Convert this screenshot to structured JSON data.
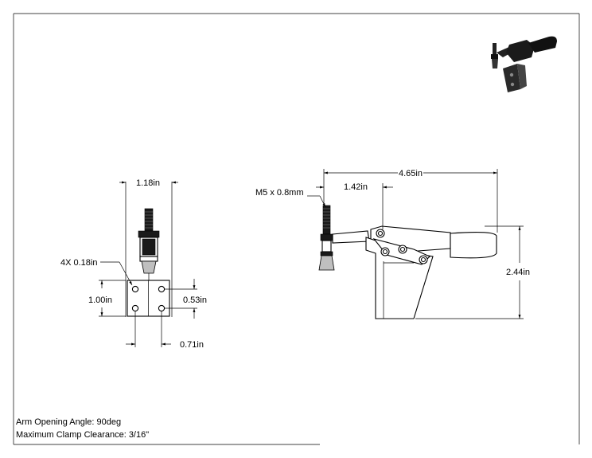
{
  "dimensions": {
    "front_width": "1.18in",
    "hole_spec": "4X 0.18in",
    "hole_vertical": "1.00in",
    "hole_half": "0.53in",
    "hole_horizontal": "0.71in",
    "thread": "M5 x 0.8mm",
    "overall_length": "4.65in",
    "spindle_offset": "1.42in",
    "overall_height": "2.44in"
  },
  "notes": {
    "arm_opening_angle": "Arm Opening Angle: 90deg",
    "max_clamp_clearance": "Maximum Clamp Clearance: 3/16\""
  }
}
